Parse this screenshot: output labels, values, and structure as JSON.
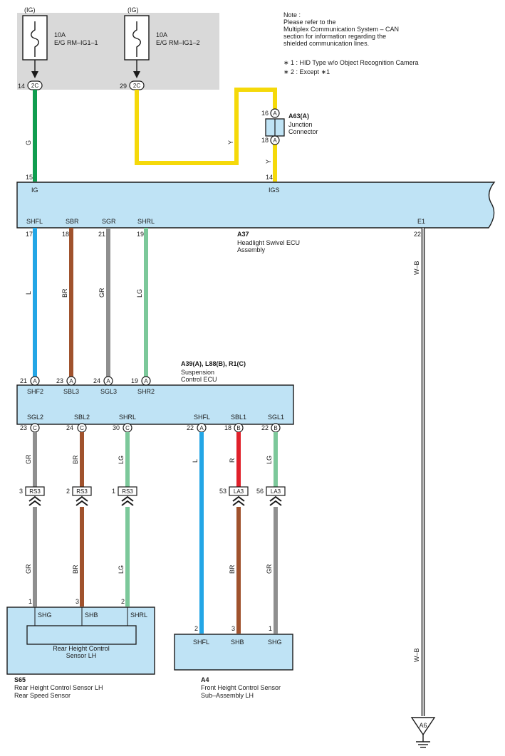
{
  "fuse_area": {
    "fuses": [
      {
        "ig": "(IG)",
        "rating": "10A",
        "name": "E/G RM–IG1–1",
        "pin": "14",
        "conn": "2C"
      },
      {
        "ig": "(IG)",
        "rating": "10A",
        "name": "E/G RM–IG1–2",
        "pin": "29",
        "conn": "2C"
      }
    ]
  },
  "note": {
    "lines": [
      "Note :",
      "Please refer to the",
      "Multiplex Communication System – CAN",
      "section for information regarding the",
      "shielded communication lines."
    ],
    "footnotes": [
      "∗ 1 : HID Type w/o Object Recognition Camera",
      "∗ 2 : Except ∗1"
    ]
  },
  "junction": {
    "code": "A63(A)",
    "name_lines": [
      "Junction",
      "Connector"
    ],
    "pin_top": "16",
    "pin_bottom": "18",
    "conn": "A"
  },
  "wires_top": {
    "g": "G",
    "y1": "Y",
    "y2": "Y"
  },
  "headlight_ecu": {
    "code": "A37",
    "name_lines": [
      "Headlight Swivel ECU",
      "Assembly"
    ],
    "top_pins": [
      {
        "pin": "15",
        "label": "IG"
      },
      {
        "pin": "14",
        "label": "IGS"
      }
    ],
    "bottom_pins": [
      {
        "pin": "17",
        "label": "SHFL"
      },
      {
        "pin": "18",
        "label": "SBR"
      },
      {
        "pin": "21",
        "label": "SGR"
      },
      {
        "pin": "19",
        "label": "SHRL"
      },
      {
        "pin": "22",
        "label": "E1"
      }
    ]
  },
  "mid_wires": {
    "l": "L",
    "br": "BR",
    "gr": "GR",
    "lg": "LG",
    "wb": "W–B"
  },
  "suspension_ecu": {
    "code": "A39(A), L88(B), R1(C)",
    "name_lines": [
      "Suspension",
      "Control ECU"
    ],
    "top_pins": [
      {
        "pin": "21",
        "conn": "A",
        "label": "SHF2"
      },
      {
        "pin": "23",
        "conn": "A",
        "label": "SBL3"
      },
      {
        "pin": "24",
        "conn": "A",
        "label": "SGL3"
      },
      {
        "pin": "19",
        "conn": "A",
        "label": "SHR2"
      }
    ],
    "bottom_pins": [
      {
        "pin": "23",
        "conn": "C",
        "label": "SGL2"
      },
      {
        "pin": "24",
        "conn": "C",
        "label": "SBL2"
      },
      {
        "pin": "30",
        "conn": "C",
        "label": "SHRL"
      },
      {
        "pin": "22",
        "conn": "A",
        "label": "SHFL"
      },
      {
        "pin": "18",
        "conn": "B",
        "label": "SBL1"
      },
      {
        "pin": "22",
        "conn": "B",
        "label": "SGL1"
      }
    ]
  },
  "lower_wires": {
    "upper": [
      "GR",
      "BR",
      "LG",
      "L",
      "R",
      "LG"
    ],
    "lower": [
      "GR",
      "BR",
      "LG",
      "BR",
      "GR"
    ],
    "wb": "W–B"
  },
  "inline_connectors": [
    {
      "pin": "3",
      "code": "RS3"
    },
    {
      "pin": "2",
      "code": "RS3"
    },
    {
      "pin": "1",
      "code": "RS3"
    },
    {
      "pin": "53",
      "code": "LA3"
    },
    {
      "pin": "56",
      "code": "LA3"
    }
  ],
  "rear_sensor": {
    "code": "S65",
    "name_lines": [
      "Rear Height Control Sensor LH",
      "Rear Speed Sensor"
    ],
    "inner_lines": [
      "Rear Height Control",
      "Sensor LH"
    ],
    "pins": [
      {
        "pin": "1",
        "label": "SHG"
      },
      {
        "pin": "3",
        "label": "SHB"
      },
      {
        "pin": "2",
        "label": "SHRL"
      }
    ]
  },
  "front_sensor": {
    "code": "A4",
    "name_lines": [
      "Front Height Control Sensor",
      "Sub–Assembly LH"
    ],
    "pins": [
      {
        "pin": "2",
        "label": "SHFL"
      },
      {
        "pin": "3",
        "label": "SHB"
      },
      {
        "pin": "1",
        "label": "SHG"
      }
    ]
  },
  "ground": {
    "code": "A6"
  },
  "colors": {
    "green": "#0f9d4f",
    "yellow": "#f5d90a",
    "blue": "#23a6e6",
    "brown": "#a0522d",
    "gray": "#8f8f8f",
    "light_green": "#7cc89a",
    "red": "#e0202a",
    "component": "#bfe3f5",
    "fuse_bg": "#d9d9d9"
  }
}
